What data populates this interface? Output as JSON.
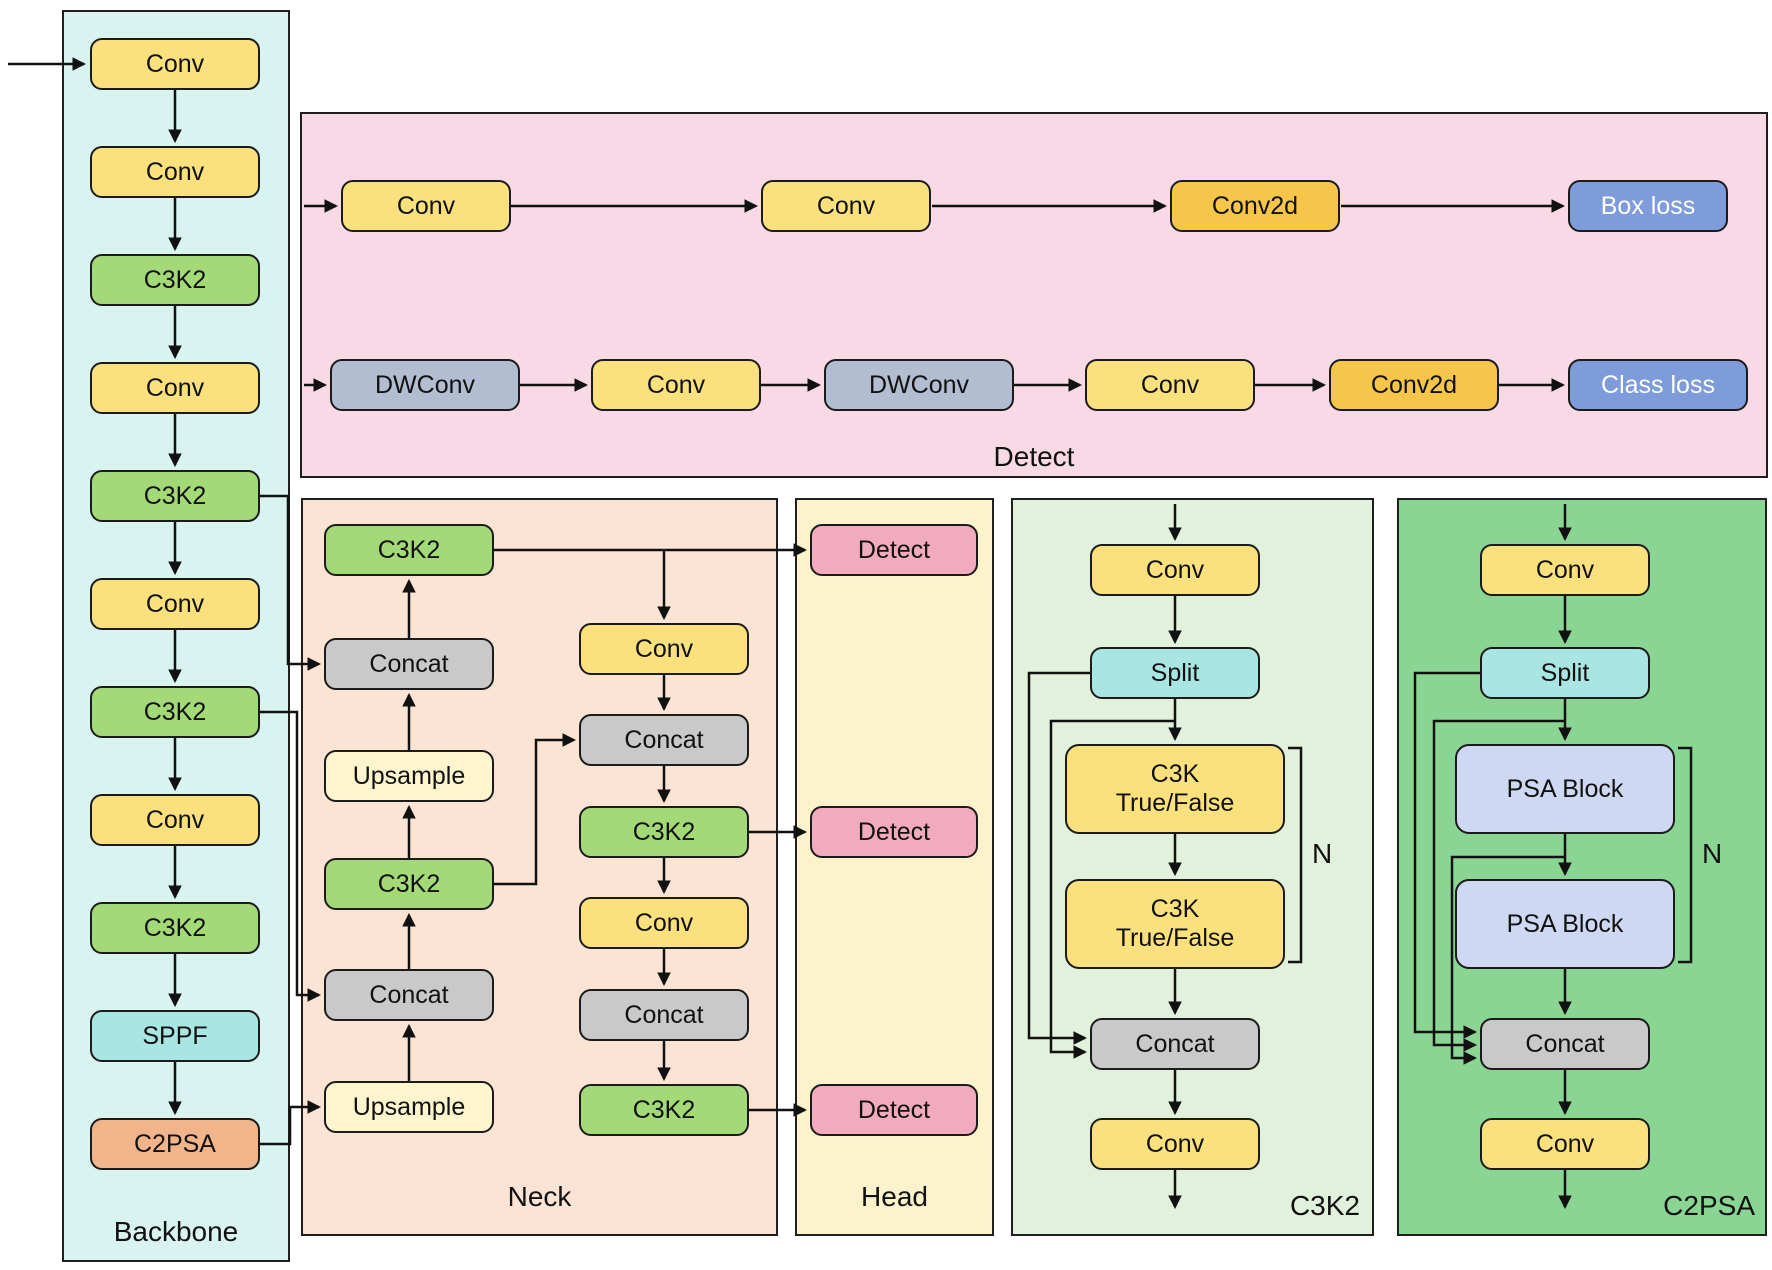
{
  "backbone": {
    "label": "Backbone",
    "nodes": [
      "Conv",
      "Conv",
      "C3K2",
      "Conv",
      "C3K2",
      "Conv",
      "C3K2",
      "Conv",
      "C3K2",
      "SPPF",
      "C2PSA"
    ]
  },
  "detect": {
    "label": "Detect",
    "box_branch": [
      "Conv",
      "Conv",
      "Conv2d",
      "Box loss"
    ],
    "class_branch": [
      "DWConv",
      "Conv",
      "DWConv",
      "Conv",
      "Conv2d",
      "Class loss"
    ]
  },
  "neck": {
    "label": "Neck",
    "up_path": [
      "C3K2",
      "Concat",
      "Upsample",
      "C3K2",
      "Concat",
      "Upsample"
    ],
    "down_path": [
      "Conv",
      "Concat",
      "C3K2",
      "Conv",
      "Concat",
      "C3K2"
    ]
  },
  "head": {
    "label": "Head",
    "nodes": [
      "Detect",
      "Detect",
      "Detect"
    ]
  },
  "c3k2_detail": {
    "label": "C3K2",
    "conv_in": "Conv",
    "split": "Split",
    "c3k_name": "C3K",
    "c3k_variant": "True/False",
    "concat": "Concat",
    "conv_out": "Conv",
    "repeat": "N"
  },
  "c2psa_detail": {
    "label": "C2PSA",
    "conv_in": "Conv",
    "split": "Split",
    "psa_block": "PSA Block",
    "concat": "Concat",
    "conv_out": "Conv",
    "repeat": "N"
  },
  "colors": {
    "conv_yellow": "#FAE17D",
    "conv2d_gold": "#F6C64B",
    "c3k2_green": "#A3D977",
    "sppf_cyan": "#A9E6E3",
    "c2psa_orange": "#F2B48B",
    "concat_gray": "#C9C9C9",
    "upsample_cream": "#FCF5CE",
    "loss_blue": "#7E9CD9",
    "dwconv_slate": "#B3BDD1",
    "detect_pink": "#F2ABBE",
    "psa_lavender": "#CFD8F3",
    "panel_backbone": "#D9F3F0",
    "panel_detect": "#F9D9E5",
    "panel_neck": "#FBE4D4",
    "panel_head": "#FCF2CC",
    "panel_c3k2": "#E1F1DC",
    "panel_c2psa": "#8AD593"
  }
}
